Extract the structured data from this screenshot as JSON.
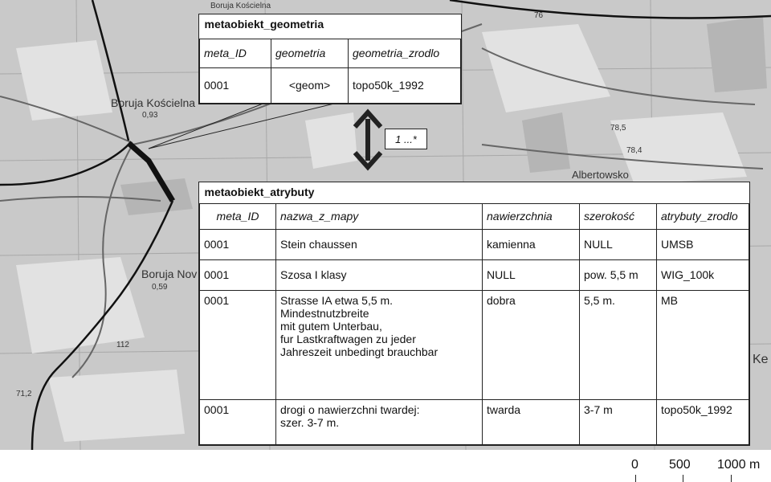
{
  "map": {
    "labels": {
      "boruja_koscielna": "Boruja Kościelna",
      "boruja_koscielna_height": "0,93",
      "boruja_nowa": "Boruja Nov",
      "boruja_nowa_height": "0,59",
      "albertowsko": "Albertowsko",
      "top_road": "Boruja Kościelna",
      "spot_78_5": "78,5",
      "spot_78_4": "78,4",
      "spot_112": "112",
      "spot_71": "71,2",
      "spot_76": "76",
      "edge_k": "Ke"
    }
  },
  "geometry_table": {
    "title": "metaobiekt_geometria",
    "columns": [
      "meta_ID",
      "geometria",
      "geometria_zrodlo"
    ],
    "rows": [
      [
        "0001",
        "<geom>",
        "topo50k_1992"
      ]
    ]
  },
  "relation": {
    "multiplicity": "1 ...*"
  },
  "attributes_table": {
    "title": "metaobiekt_atrybuty",
    "columns": [
      "meta_ID",
      "nazwa_z_mapy",
      "nawierzchnia",
      "szerokość",
      "atrybuty_zrodlo"
    ],
    "rows": [
      [
        "0001",
        "Stein chaussen",
        "kamienna",
        "NULL",
        "UMSB"
      ],
      [
        "0001",
        "Szosa I klasy",
        "NULL",
        "pow. 5,5 m",
        "WIG_100k"
      ],
      [
        "0001",
        "Strasse IA etwa 5,5 m.\nMindestnutzbreite\nmit gutem Unterbau,\nfur Lastkraftwagen zu jeder\nJahreszeit unbedingt brauchbar",
        "dobra",
        "5,5 m.",
        "MB"
      ],
      [
        "0001",
        "drogi o nawierzchni twardej:\nszer. 3-7 m.",
        "twarda",
        "3-7 m",
        "topo50k_1992"
      ]
    ]
  },
  "scale_bar": {
    "labels": [
      "0",
      "500",
      "1000 m"
    ]
  }
}
